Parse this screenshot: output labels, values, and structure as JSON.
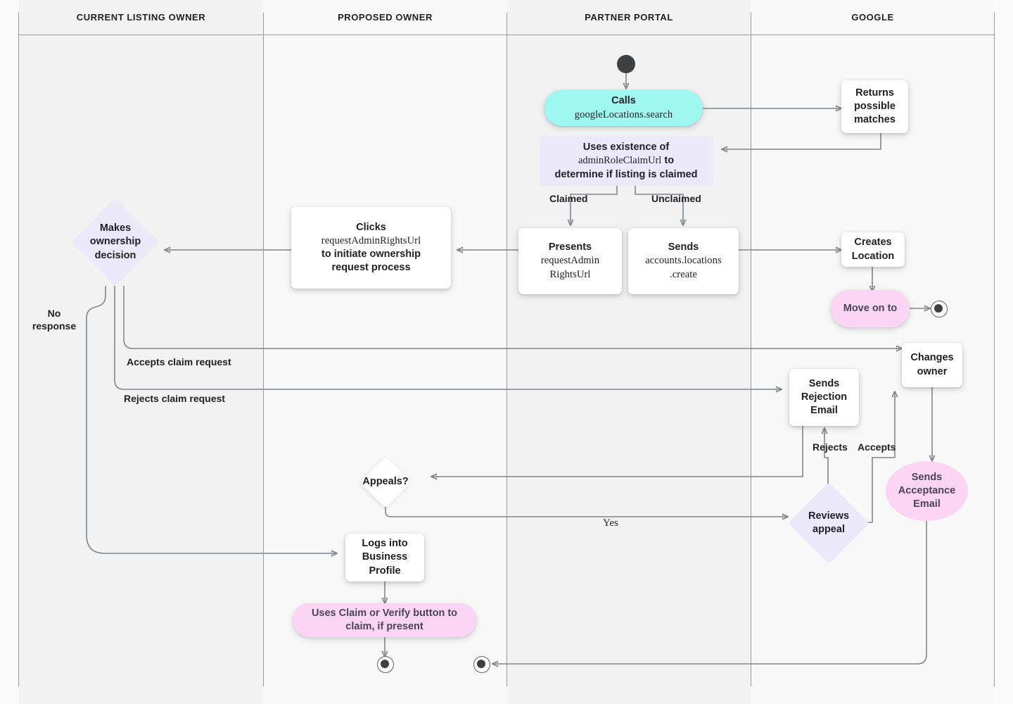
{
  "diagram": {
    "title": "Business Profile listing ownership transfer flow",
    "type": "swimlane-flowchart",
    "colors": {
      "page_background": "#fafafa",
      "lane_fill_odd": "#f2f2f2",
      "lane_fill_even": "#f8f8f8",
      "lane_border": "#9a9a9a",
      "edge_stroke": "#80868b",
      "text": "#202124",
      "node_white": "#ffffff",
      "node_lavender": "#ece9fb",
      "node_cyan": "#9ff7f2",
      "node_pink": "#fbd5f3",
      "terminator": "#3c4043"
    }
  },
  "lanes": [
    {
      "id": "current-listing-owner",
      "label": "CURRENT LISTING OWNER"
    },
    {
      "id": "proposed-owner",
      "label": "PROPOSED OWNER"
    },
    {
      "id": "partner-portal",
      "label": "PARTNER PORTAL"
    },
    {
      "id": "google",
      "label": "GOOGLE"
    }
  ],
  "nodes": {
    "start": {
      "name": "start-node",
      "shape": "filled-circle",
      "lane": "partner-portal"
    },
    "calls_search": {
      "name": "calls-googlelocations-search",
      "shape": "rounded-pill",
      "color": "cyan",
      "line1": "Calls",
      "line2": "googleLocations.search",
      "lane": "partner-portal"
    },
    "uses_existence": {
      "name": "uses-existence-of-adminroleclaimurl",
      "shape": "rectangle-flat",
      "color": "lavender",
      "line1": "Uses existence of",
      "code": "adminRoleClaimUrl",
      "line2_suffix": " to",
      "line3": "determine if listing is claimed",
      "lane": "partner-portal"
    },
    "returns_matches": {
      "name": "returns-possible-matches",
      "shape": "rectangle",
      "color": "white",
      "text": "Returns possible matches",
      "lane": "google"
    },
    "presents_url": {
      "name": "presents-requestadminrightsurl",
      "shape": "rectangle",
      "color": "white",
      "line1": "Presents",
      "line2": "requestAdmin",
      "line3": "RightsUrl",
      "lane": "partner-portal"
    },
    "sends_create": {
      "name": "sends-accounts-locations-create",
      "shape": "rectangle",
      "color": "white",
      "line1": "Sends",
      "line2": "accounts.locations",
      "line3": ".create",
      "lane": "partner-portal"
    },
    "clicks_url": {
      "name": "clicks-requestadminrightsurl",
      "shape": "rectangle",
      "color": "white",
      "line1": "Clicks",
      "line2": "requestAdminRightsUrl",
      "line3": "to initiate ownership",
      "line4": "request process",
      "lane": "proposed-owner"
    },
    "makes_decision": {
      "name": "makes-ownership-decision",
      "shape": "diamond",
      "color": "lavender",
      "text": "Makes ownership decision",
      "lane": "current-listing-owner"
    },
    "creates_location": {
      "name": "creates-location",
      "shape": "rectangle",
      "color": "white",
      "text": "Creates Location",
      "lane": "google"
    },
    "move_on_to": {
      "name": "move-on-to",
      "shape": "rounded-pill",
      "color": "pink",
      "text": "Move on to",
      "lane": "google"
    },
    "end_google_top": {
      "name": "end-node-google-top",
      "shape": "end-circle",
      "lane": "google"
    },
    "changes_owner": {
      "name": "changes-owner",
      "shape": "rectangle",
      "color": "white",
      "text": "Changes owner",
      "lane": "google"
    },
    "sends_rejection": {
      "name": "sends-rejection-email",
      "shape": "rectangle",
      "color": "white",
      "text": "Sends Rejection Email",
      "lane": "google"
    },
    "sends_acceptance": {
      "name": "sends-acceptance-email",
      "shape": "ellipse",
      "color": "pink",
      "text": "Sends Acceptance Email",
      "lane": "google"
    },
    "reviews_appeal": {
      "name": "reviews-appeal",
      "shape": "diamond",
      "color": "lavender",
      "text": "Reviews appeal",
      "lane": "google"
    },
    "appeals": {
      "name": "appeals-decision",
      "shape": "diamond",
      "color": "white",
      "text": "Appeals?",
      "lane": "proposed-owner"
    },
    "logs_in": {
      "name": "logs-into-business-profile",
      "shape": "rectangle",
      "color": "white",
      "text": "Logs into Business Profile",
      "lane": "proposed-owner"
    },
    "uses_claim": {
      "name": "uses-claim-or-verify-button",
      "shape": "rounded-pill",
      "color": "pink",
      "line1": "Uses Claim or Verify button to",
      "line2": "claim, if present",
      "lane": "proposed-owner"
    },
    "end_proposed": {
      "name": "end-node-proposed-owner",
      "shape": "end-circle",
      "lane": "proposed-owner"
    },
    "end_portal": {
      "name": "end-node-partner-portal",
      "shape": "end-circle",
      "lane": "partner-portal"
    }
  },
  "edge_labels": {
    "claimed": "Claimed",
    "unclaimed": "Unclaimed",
    "no_response": "No response",
    "accepts_claim": "Accepts claim request",
    "rejects_claim": "Rejects claim request",
    "rejects": "Rejects",
    "accepts": "Accepts",
    "yes": "Yes"
  }
}
